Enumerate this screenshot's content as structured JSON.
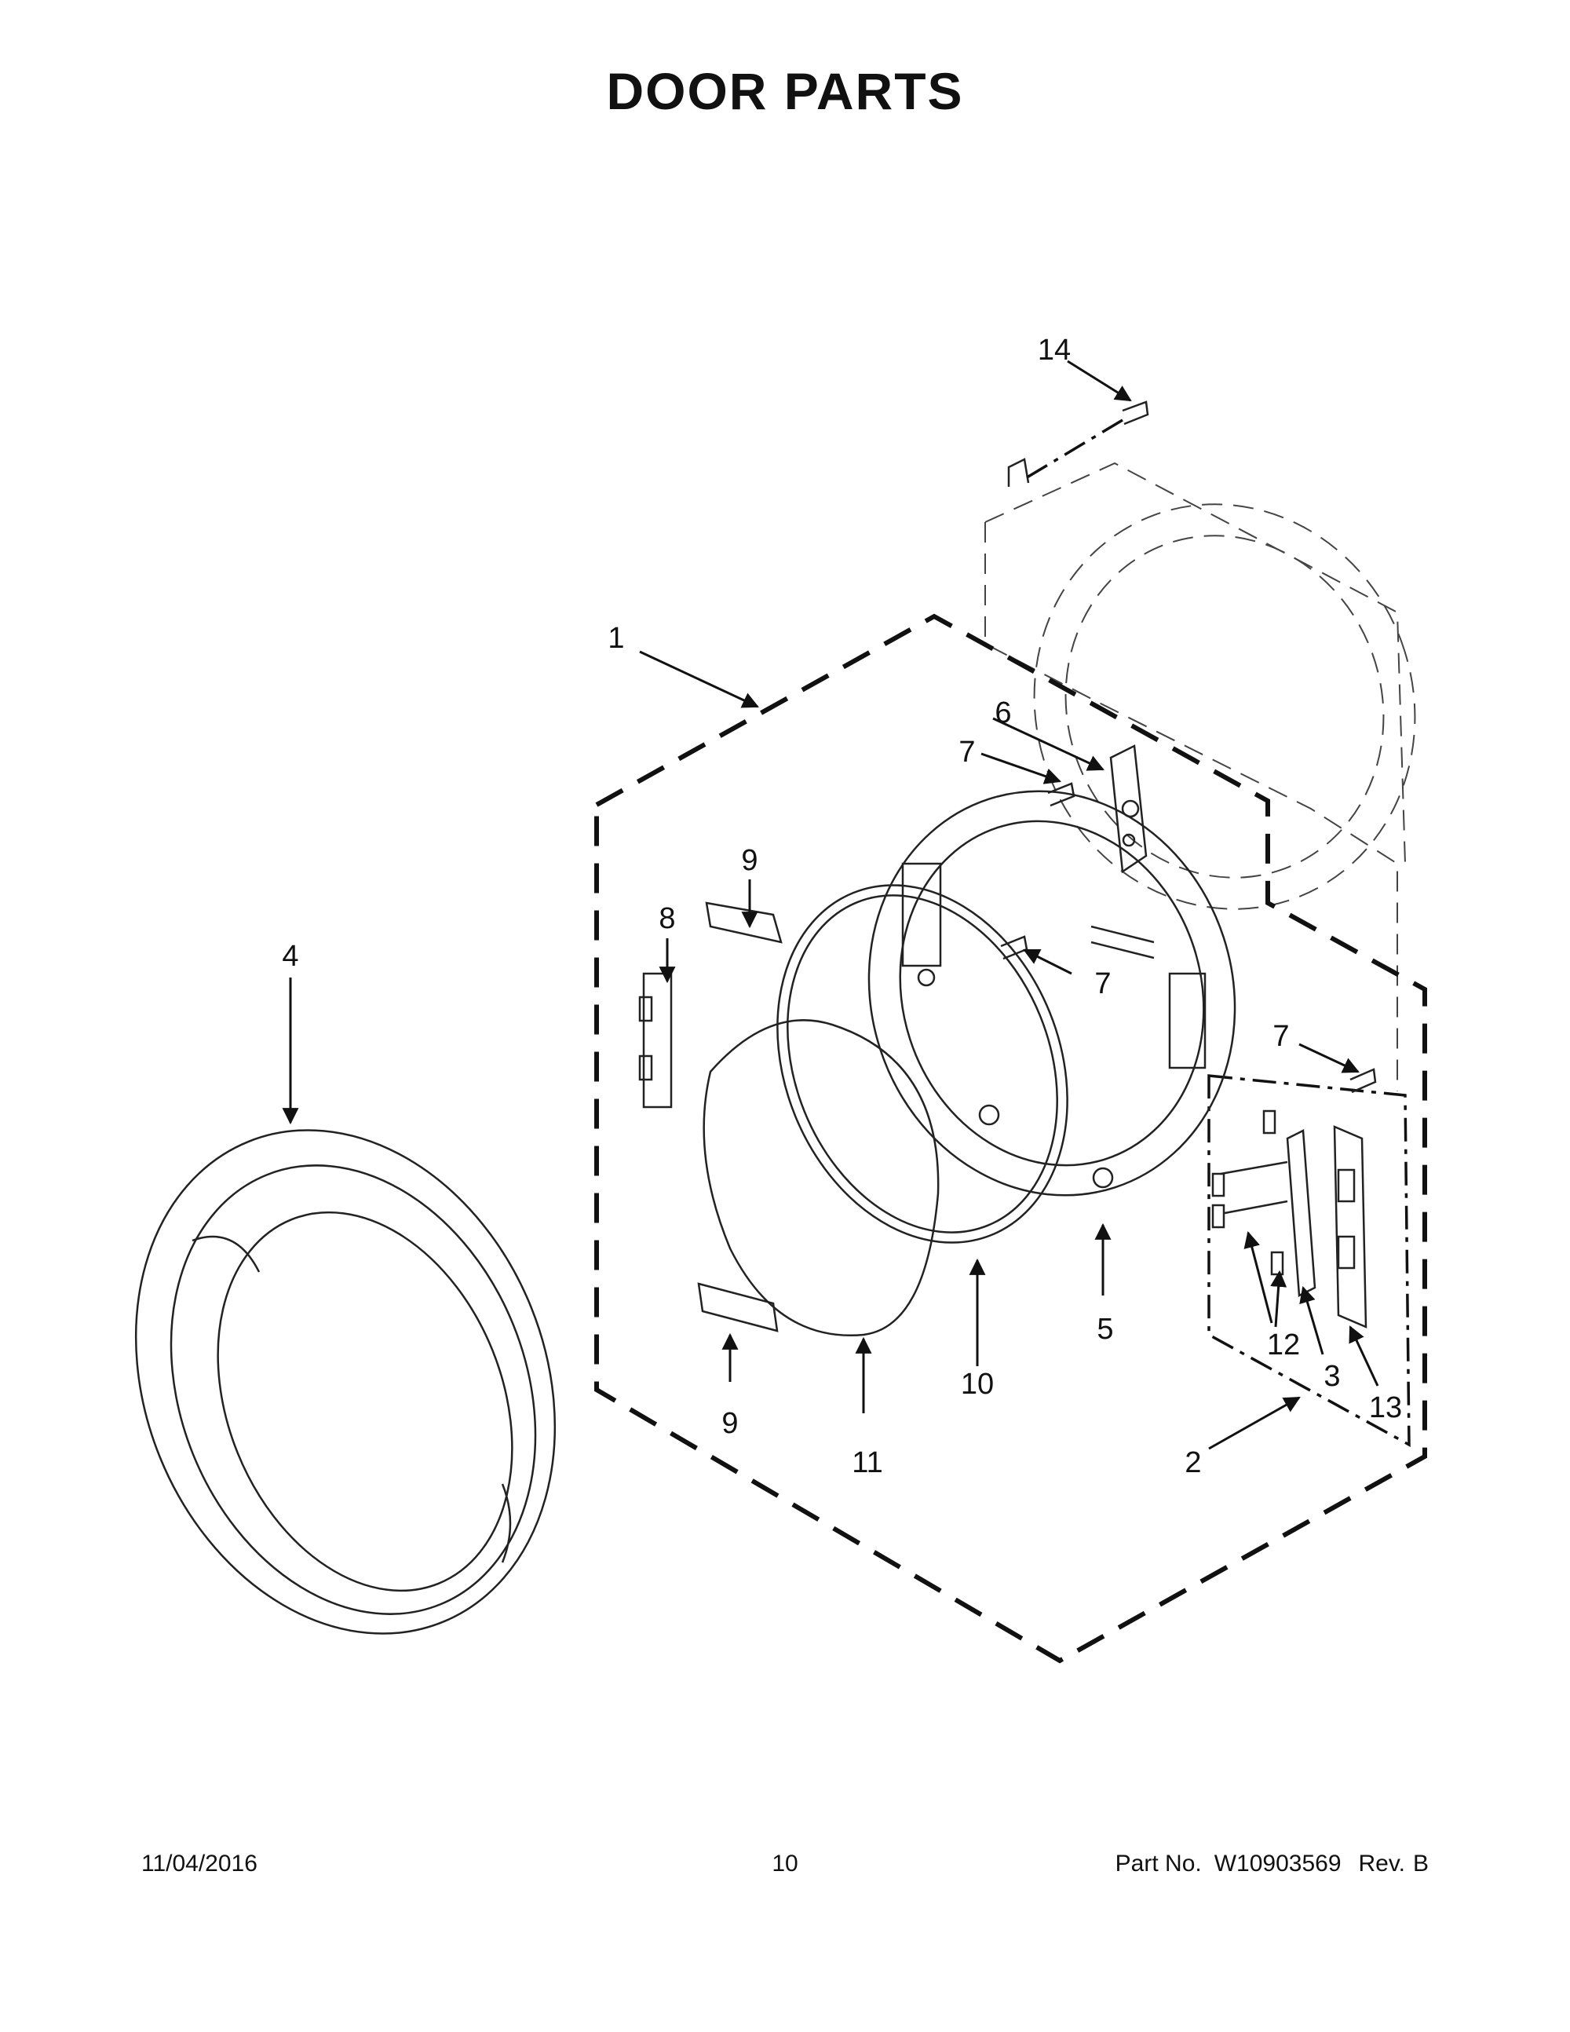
{
  "title": "DOOR PARTS",
  "callouts": {
    "c1": "1",
    "c2": "2",
    "c3": "3",
    "c4": "4",
    "c5": "5",
    "c6": "6",
    "c7a": "7",
    "c7b": "7",
    "c7c": "7",
    "c8": "8",
    "c9a": "9",
    "c9b": "9",
    "c10": "10",
    "c11": "11",
    "c12": "12",
    "c13": "13",
    "c14": "14"
  },
  "footer": {
    "date": "11/04/2016",
    "page": "10",
    "part_label": "Part No.",
    "part_number": "W10903569",
    "rev_label": "Rev.",
    "rev_value": "B"
  }
}
